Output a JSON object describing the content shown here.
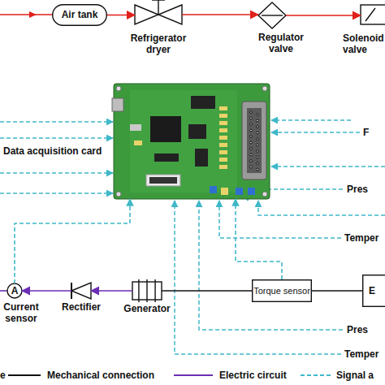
{
  "diagram": {
    "nodes": [
      {
        "text": [
          "Air tank"
        ]
      },
      {
        "text": [
          "Refrigerator dryer"
        ]
      },
      {
        "text": [
          "Regulator valve"
        ]
      },
      {
        "text": [
          "Solenoid valve"
        ]
      },
      {
        "text": [
          "Data acquisition card"
        ]
      },
      {
        "text": [
          "A",
          "Current sensor"
        ]
      },
      {
        "text": [
          "Rectifier"
        ]
      },
      {
        "text": [
          "Generator"
        ]
      },
      {
        "text": [
          "Torque sensor"
        ]
      },
      {
        "text": [
          "E"
        ]
      }
    ],
    "edges": [
      {
        "from": 0,
        "to": 1,
        "arrow": "to"
      },
      {
        "from": 1,
        "to": 2,
        "arrow": "to"
      },
      {
        "from": 2,
        "to": 3,
        "arrow": "to"
      },
      {
        "from": 7,
        "to": 6,
        "arrow": "to"
      },
      {
        "from": 6,
        "to": 5,
        "arrow": "to"
      },
      {
        "from": 7,
        "to": 8,
        "arrow": "none"
      },
      {
        "from": 8,
        "to": 9,
        "arrow": "none"
      },
      {
        "from": 5,
        "to": 4,
        "arrow": "to"
      },
      {
        "from": 8,
        "to": 4,
        "arrow": "to"
      }
    ],
    "labels": [
      "F",
      "Pres",
      "Temper",
      "Pres",
      "Temper"
    ],
    "legend": [
      {
        "text": "e"
      },
      {
        "text": "Mechanical connection"
      },
      {
        "text": "Electric circuit"
      },
      {
        "text": "Signal a"
      }
    ]
  }
}
